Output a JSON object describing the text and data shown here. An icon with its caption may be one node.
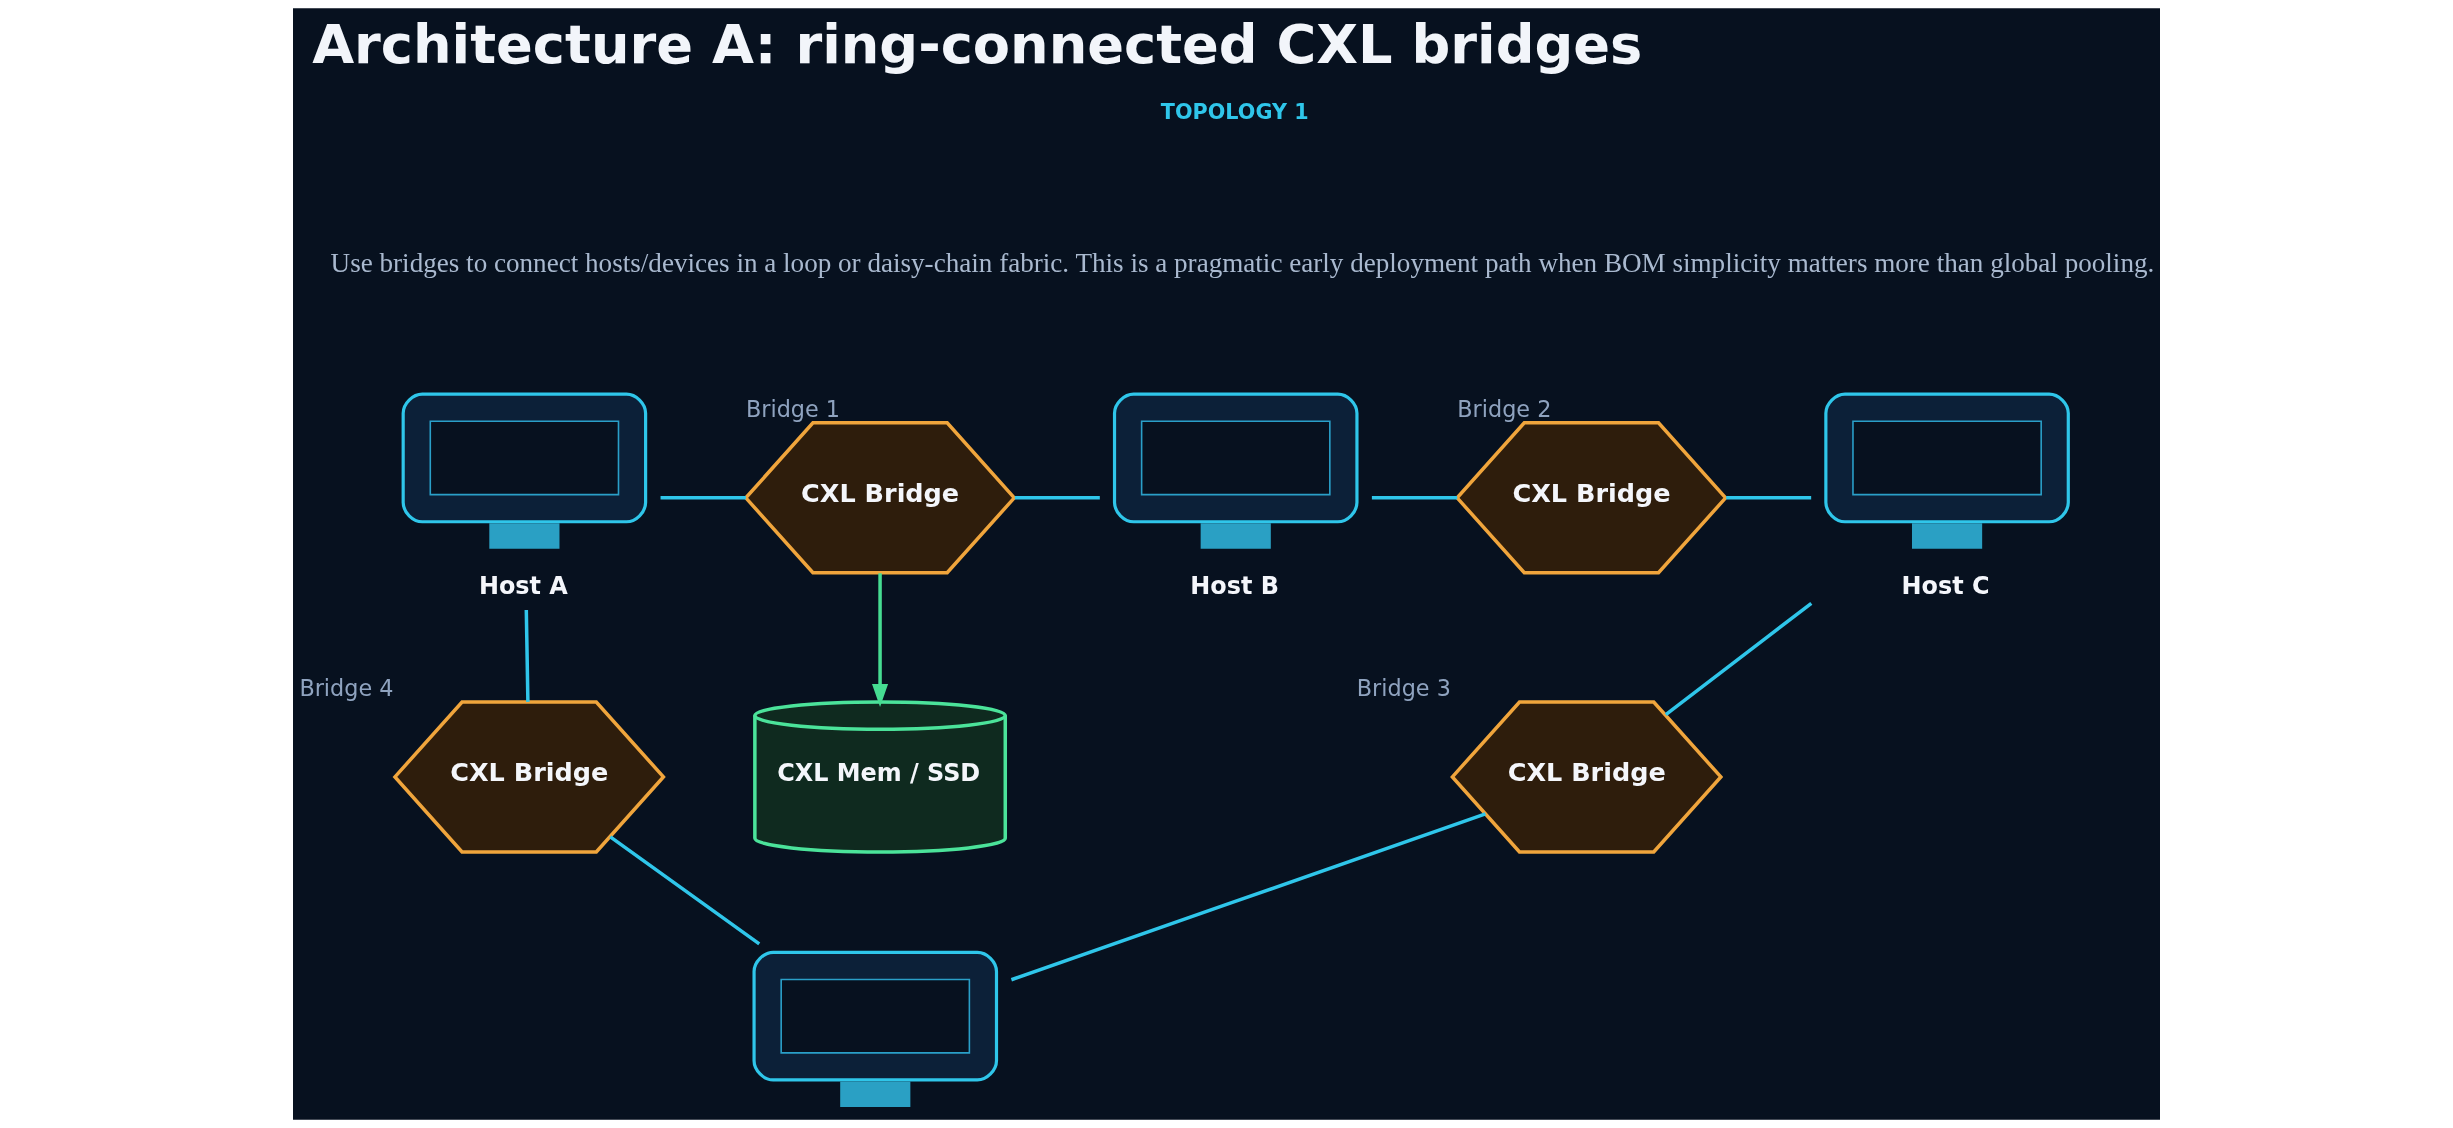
{
  "diagram": {
    "title": "Architecture A: ring-connected CXL bridges",
    "nodes": [
      {
        "text": [
          "Host A"
        ]
      },
      {
        "text": [
          "CXL Bridge"
        ],
        "beside": [
          "Bridge 1"
        ]
      },
      {
        "text": [
          "Host B"
        ]
      },
      {
        "text": [
          "CXL Bridge"
        ],
        "beside": [
          "Bridge 2"
        ]
      },
      {
        "text": [
          "Host C"
        ]
      },
      {
        "text": [
          "CXL Bridge"
        ],
        "beside": [
          "Bridge 4"
        ]
      },
      {
        "text": [
          "CXL Mem / SSD"
        ]
      },
      {
        "text": [
          "CXL Bridge"
        ],
        "beside": [
          "Bridge 3"
        ]
      },
      {
        "text": [],
        "shape": "picture"
      }
    ],
    "edges": [
      {
        "from": 0,
        "to": 1,
        "arrow": "none"
      },
      {
        "from": 1,
        "to": 2,
        "arrow": "none"
      },
      {
        "from": 2,
        "to": 3,
        "arrow": "none"
      },
      {
        "from": 3,
        "to": 4,
        "arrow": "none"
      },
      {
        "from": 4,
        "to": 7,
        "arrow": "none"
      },
      {
        "from": 7,
        "to": 8,
        "arrow": "none"
      },
      {
        "from": 5,
        "to": 8,
        "arrow": "none"
      },
      {
        "from": 0,
        "to": 5,
        "arrow": "none"
      },
      {
        "from": 1,
        "to": 6,
        "arrow": "to",
        "color": "#46dc92"
      }
    ],
    "labels": [
      "TOPOLOGY 1",
      "Use bridges to connect hosts/devices in a loop or daisy-chain fabric. This is a pragmatic early deployment path when BOM simplicity matters more than global pooling."
    ]
  }
}
